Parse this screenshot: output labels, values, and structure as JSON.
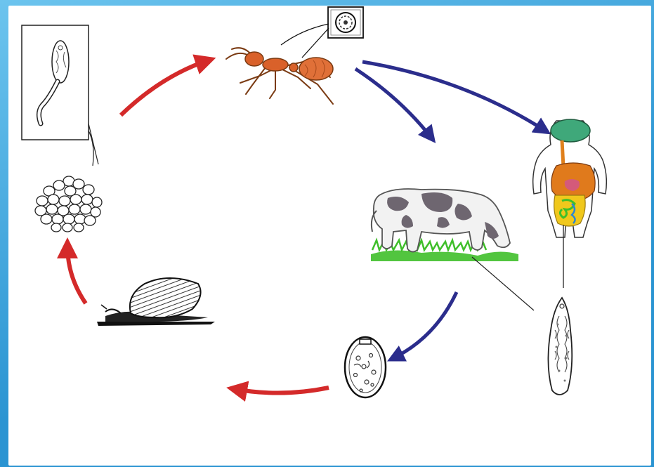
{
  "diagram": {
    "stages": [
      {
        "name": "cercaria",
        "icon": "cercaria-icon"
      },
      {
        "name": "cercariae-cluster",
        "icon": "slimeball-icon"
      },
      {
        "name": "snail",
        "icon": "snail-icon"
      },
      {
        "name": "egg",
        "icon": "egg-icon"
      },
      {
        "name": "ant",
        "icon": "ant-icon"
      },
      {
        "name": "metacercaria",
        "icon": "cyst-icon"
      },
      {
        "name": "cow",
        "icon": "cow-icon"
      },
      {
        "name": "human",
        "icon": "human-anatomy-icon"
      },
      {
        "name": "adult-fluke",
        "icon": "fluke-icon"
      }
    ],
    "colors": {
      "frame": "#2a94d2",
      "intermediate_arrow": "#d42a2a",
      "definitive_arrow": "#2b2d8c",
      "ant": "#d9612a",
      "grass": "#3fbf2a"
    }
  }
}
